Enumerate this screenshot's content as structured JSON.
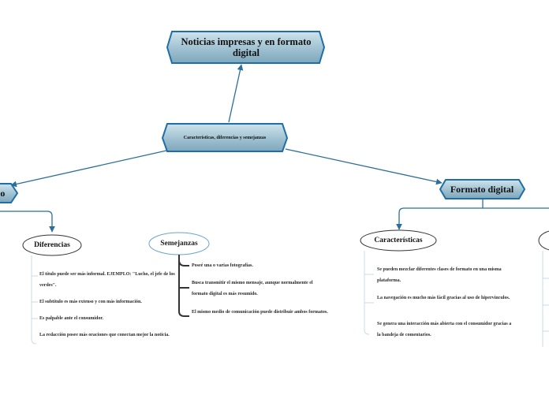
{
  "title": "Noticias impresas y en formato digital",
  "central": "Características, diferencias y semejanzas",
  "branches": {
    "left": "so",
    "right": "Formato digital"
  },
  "subtopics": {
    "diferencias": "Diferencias",
    "semejanzas": "Semejanzas",
    "caracteristicas": "Características"
  },
  "notes": {
    "diferencias": [
      "El título puede ser más informal. EJEMPLO: \"Lucho, el jefe de los verdes\".",
      " El subtítulo es más extenso y con más información.",
      "Es palpable ante el consumidor.",
      "La redacción posee más oraciones que conectan mejor la noticia."
    ],
    "semejanzas": [
      "Poseé una o varias fotografías.",
      "Busca transmitir el mismo mensaje, aunque normalmente el formato digital es más resumido.",
      "El mismo medio de comunicación puede distribuir ambos formatos."
    ],
    "caracteristicas": [
      "Se pueden mezclar diferentes clases de formato en una misma plataforma.",
      "La navegación es mucho más fácil gracias al uso de hipervínculos.",
      "Se genera una interacción más abierta con el consumidor gracias a la bandeja de comentarios."
    ]
  },
  "colors": {
    "connector": "#2b6f9a",
    "node_border": "#1d6fa5",
    "node_fill_top": "#c6dde8",
    "node_fill_bottom": "#7fa9bd",
    "ellipse_border_semejanzas": "#6aa6c8"
  }
}
